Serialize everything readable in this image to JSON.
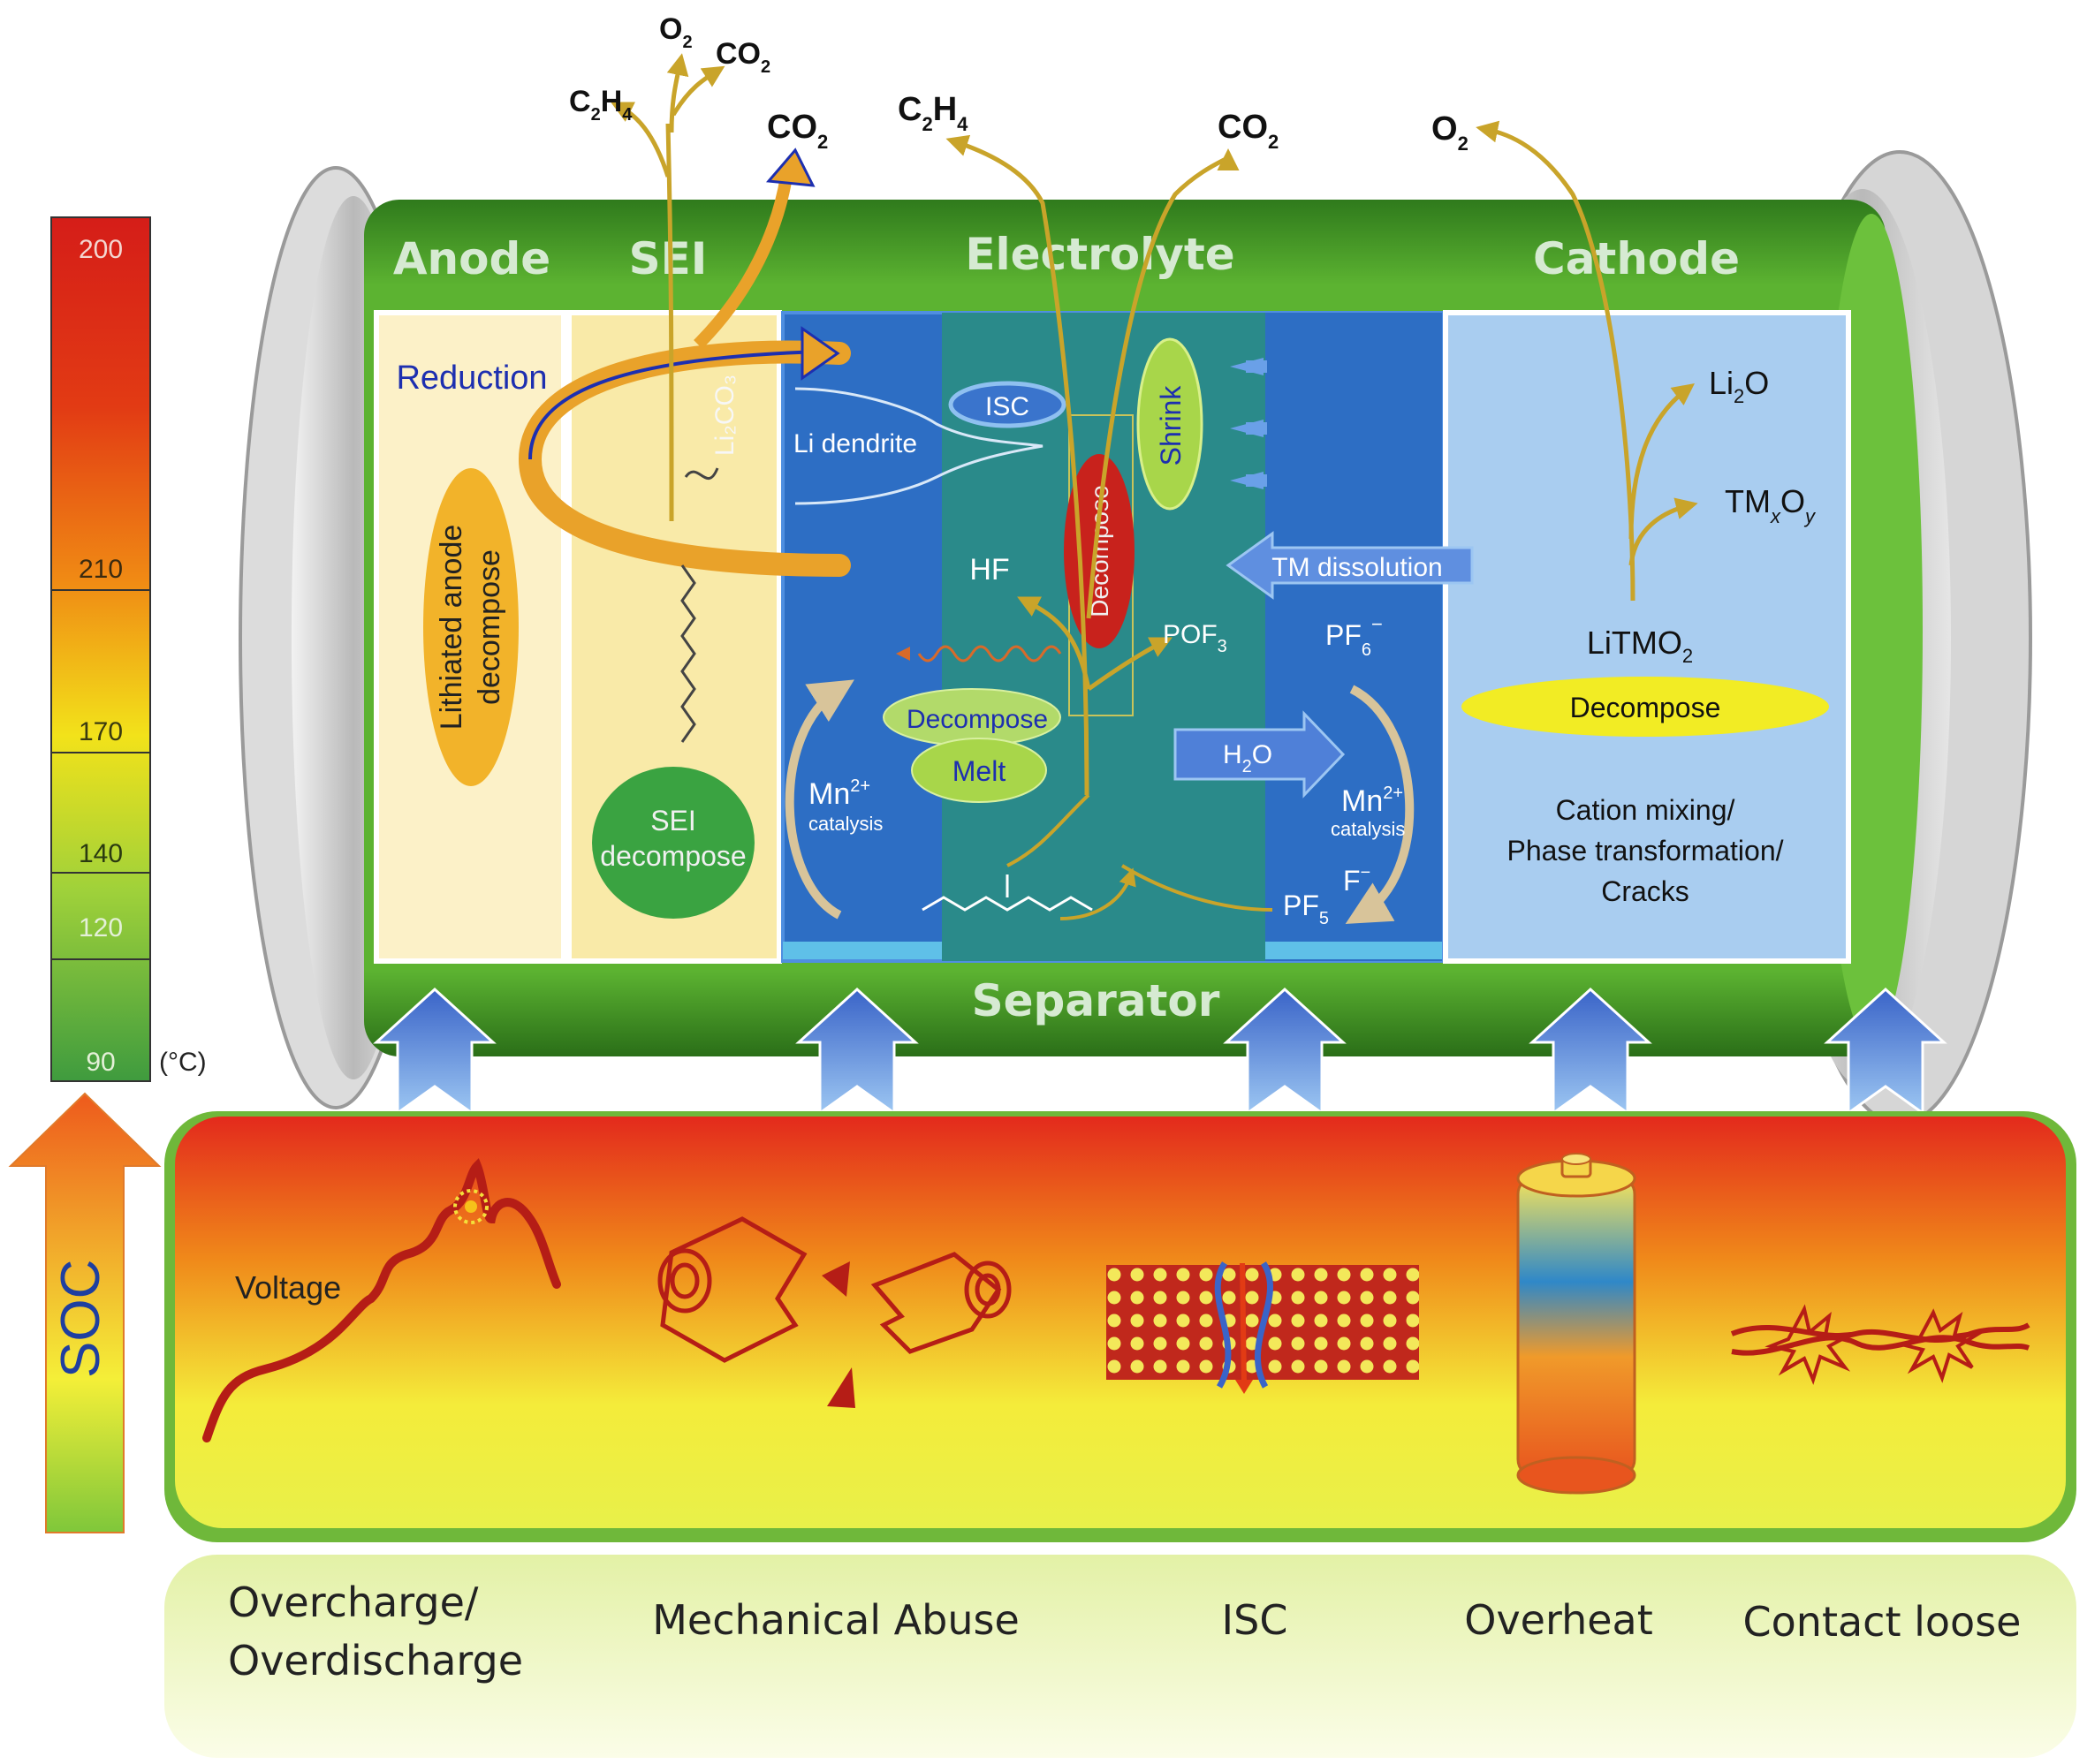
{
  "temperature_scale": {
    "labels": [
      "200",
      "210",
      "170",
      "140",
      "120",
      "90"
    ],
    "unit": "(°C)"
  },
  "soc_label": "SOC",
  "cell": {
    "headers": {
      "anode": "Anode",
      "sei": "SEI",
      "electrolyte": "Electrolyte",
      "cathode": "Cathode",
      "separator": "Separator"
    },
    "anode": {
      "reduction": "Reduction",
      "lithiated_line1": "Lithiated anode",
      "lithiated_line2": "decompose"
    },
    "sei": {
      "li2co3": "Li₂CO₃",
      "sei_line1": "SEI",
      "sei_line2": "decompose"
    },
    "electrolyte": {
      "li_dendrite": "Li dendrite",
      "isc": "ISC",
      "shrink": "Shrink",
      "decompose_vertical": "Decompose",
      "hf": "HF",
      "pof3": "POF",
      "pof3_sub": "3",
      "tm_dissolution": "TM dissolution",
      "pf6": "PF",
      "pf6_sub": "6",
      "pf6_sup": "−",
      "decompose": "Decompose",
      "melt": "Melt",
      "h2o": "H",
      "h2o_sub": "2",
      "h2o_tail": "O",
      "mn_left": "Mn",
      "mn_left_sup": "2+",
      "mn_left_catalysis": "catalysis",
      "mn_right": "Mn",
      "mn_right_sup": "2+",
      "mn_right_catalysis": "catalysis",
      "f_minus": "F",
      "f_minus_sup": "−",
      "pf5": "PF",
      "pf5_sub": "5"
    },
    "cathode": {
      "li2o": "Li",
      "li2o_sub": "2",
      "li2o_tail": "O",
      "tmxoy": "TM",
      "tmxoy_x": "x",
      "tmxoy_o": "O",
      "tmxoy_y": "y",
      "litmo2": "LiTMO",
      "litmo2_sub": "2",
      "decompose": "Decompose",
      "cation_line1": "Cation mixing/",
      "cation_line2": "Phase transformation/",
      "cation_line3": "Cracks"
    },
    "gases": {
      "o2_sei": "O",
      "o2_sei_sub": "2",
      "co2_sei_top": "CO",
      "co2_sei_top_sub": "2",
      "c2h4_sei": "C",
      "c2h4_sei_sub1": "2",
      "c2h4_sei_h": "H",
      "c2h4_sei_sub2": "4",
      "co2_sei_big": "CO",
      "co2_sei_big_sub": "2",
      "c2h4_elec": "C",
      "c2h4_elec_sub1": "2",
      "c2h4_elec_h": "H",
      "c2h4_elec_sub2": "4",
      "co2_elec": "CO",
      "co2_elec_sub": "2",
      "o2_cathode": "O",
      "o2_cathode_sub": "2"
    }
  },
  "triggers": {
    "voltage_label": "Voltage",
    "categories": [
      "Overcharge/",
      "Overdischarge",
      "Mechanical Abuse",
      "ISC",
      "Overheat",
      "Contact loose"
    ]
  },
  "colors": {
    "cell_green": "#3a8a22",
    "electrolyte_blue": "#2d6ec4",
    "teal": "#2a8a8a",
    "cathode_light": "#a9cdf0",
    "trigger_red": "#e5311e",
    "trigger_yellow": "#f4f43a"
  }
}
